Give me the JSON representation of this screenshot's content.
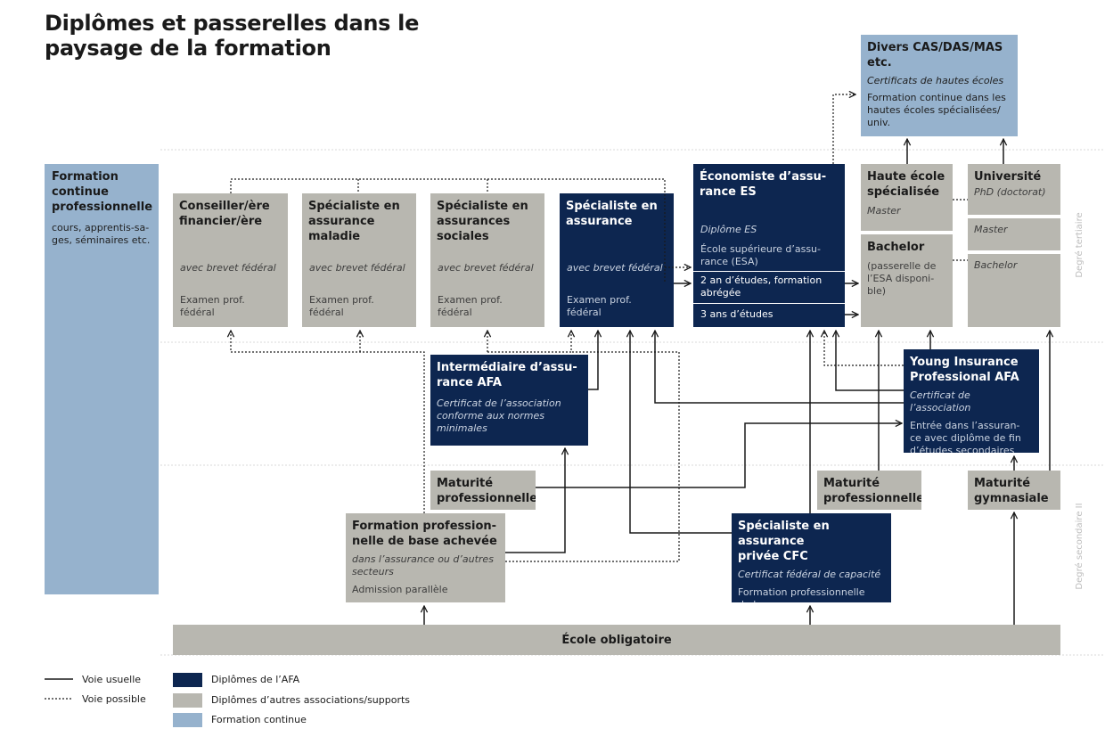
{
  "title": "Diplômes et passerelles dans le\npaysage de la formation",
  "tiers": {
    "tertiary": "Degré tertiaire",
    "secondary": "Degré secondaire II"
  },
  "colors": {
    "afa": "#0d2650",
    "other": "#b8b7b0",
    "continuing": "#96b2cd"
  },
  "boxes": {
    "formation_continue": {
      "title": "Formation\ncontinue\nprofessionnelle",
      "text": "cours, apprentis-sa-\nges, séminaires etc."
    },
    "conseiller": {
      "title": "Conseiller/ère\nfinancier/ère",
      "sub": "avec brevet fédéral",
      "text": "Examen prof.\nfédéral"
    },
    "maladie": {
      "title": "Spécialiste en\nassurance\nmaladie",
      "sub": "avec brevet fédéral",
      "text": "Examen prof.\nfédéral"
    },
    "sociales": {
      "title": "Spécialiste en\nassurances\nsociales",
      "sub": "avec brevet fédéral",
      "text": "Examen prof.\nfédéral"
    },
    "specialiste": {
      "title": "Spécialiste en\nassurance",
      "sub": "avec brevet fédéral",
      "text": "Examen prof.\nfédéral"
    },
    "economiste": {
      "title": "Économiste d’assu-\nrance ES",
      "sub": "Diplôme ES",
      "text": "École supérieure d’assu-\nrance (ESA)",
      "path1": "2 an d’études, formation\nabrégée",
      "path2": "3 ans d’études"
    },
    "divers": {
      "title": "Divers CAS/DAS/MAS\netc.",
      "sub": "Certificats de hautes écoles",
      "text": "Formation continue dans les\nhautes écoles spécialisées/\nuniv."
    },
    "hes": {
      "title": "Haute école\nspécialisée",
      "sub": "Master"
    },
    "bachelor": {
      "title": "Bachelor",
      "text": "(passerelle de\nl’ESA disponi-\nble)"
    },
    "universite": {
      "title": "Université",
      "sub1": "PhD (doctorat)",
      "sub2": "Master",
      "sub3": "Bachelor"
    },
    "intermediaire": {
      "title": "Intermédiaire d’assu-\nrance AFA",
      "sub": "Certificat de l’association\nconforme aux normes\nminimales"
    },
    "young": {
      "title": "Young Insurance\nProfessional AFA",
      "sub": "Certificat de l’association",
      "text": "Entrée dans l’assuran-\nce avec diplôme de fin\nd’études secondaires"
    },
    "maturite_pro1": {
      "title": "Maturité\nprofessionnelle"
    },
    "maturite_pro2": {
      "title": "Maturité\nprofessionnelle"
    },
    "maturite_gym": {
      "title": "Maturité\ngymnasiale"
    },
    "formation_base": {
      "title": "Formation profession-\nnelle de base achevée",
      "sub": "dans l’assurance ou d’autres\nsecteurs",
      "text": "Admission parallèle"
    },
    "cfc": {
      "title": "Spécialiste en assurance\nprivée CFC",
      "sub": "Certificat fédéral de capacité",
      "text": "Formation professionnelle\nde base"
    },
    "ecole": {
      "title": "École obligatoire"
    }
  },
  "legend": {
    "solid": "Voie usuelle",
    "dotted": "Voie possible",
    "afa": "Diplômes de l’AFA",
    "other": "Diplômes d’autres associations/supports",
    "continuing": "Formation continue"
  }
}
